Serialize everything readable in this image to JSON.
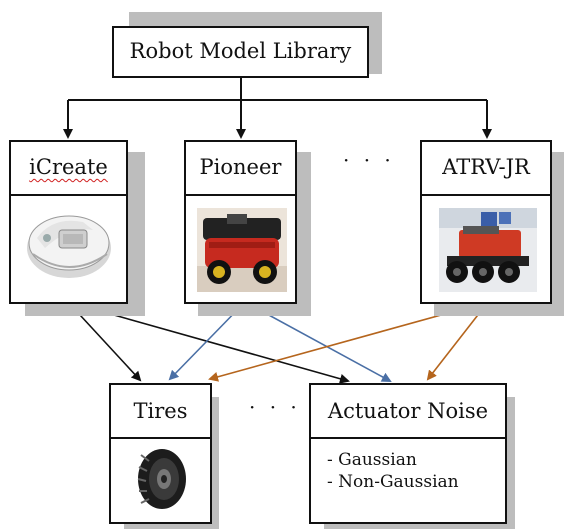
{
  "library": {
    "label": "Robot Model Library"
  },
  "robots": [
    {
      "label": "iCreate",
      "image": "icreate-robot-photo"
    },
    {
      "label": "Pioneer",
      "image": "pioneer-robot-photo"
    },
    {
      "label": "ATRV-JR",
      "image": "atrv-jr-robot-photo"
    }
  ],
  "robots_ellipsis": "· · ·",
  "components": {
    "tires": {
      "label": "Tires",
      "image": "tire-photo"
    },
    "ellipsis": "· · ·",
    "actuator_noise": {
      "label": "Actuator Noise",
      "items": [
        "- Gaussian",
        "- Non-Gaussian"
      ]
    }
  },
  "colors": {
    "icreate_arrows": "#111111",
    "pioneer_arrows": "#4a6fa5",
    "atrv_arrows": "#b5651d",
    "shadow": "#bdbdbd"
  }
}
